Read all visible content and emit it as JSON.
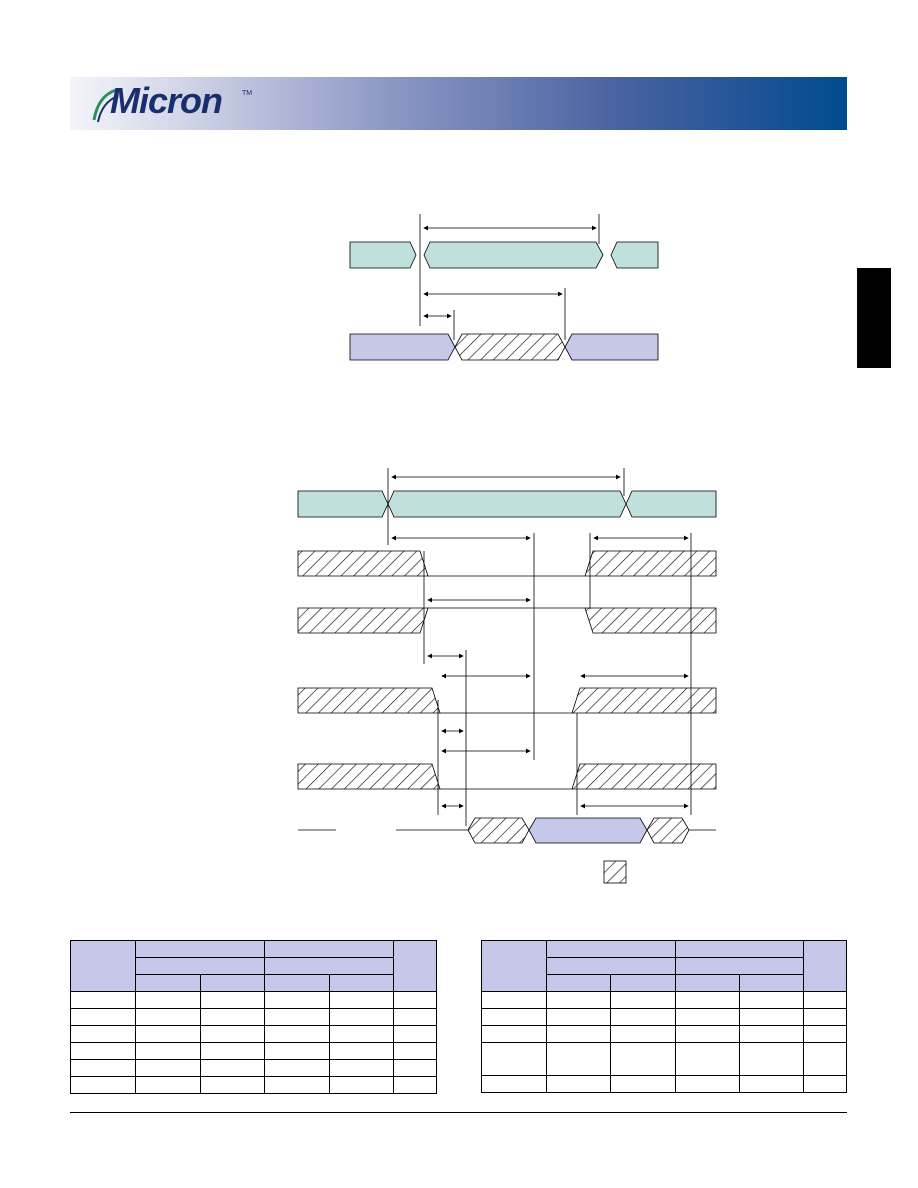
{
  "header": {
    "brand": "Micron",
    "trademark": "TM",
    "logo_icon": "micron-swoosh-logo",
    "colors": {
      "band_start": "#f4f5fa",
      "band_end": "#004a8f",
      "logo": "#1a2e6e"
    }
  },
  "diagrams": {
    "colors": {
      "clock": "#bfe0dc",
      "data": "#c5c8e8",
      "hatch": "#000000"
    },
    "legend_icon": "hatch-dont-care-icon"
  },
  "tables": {
    "left": {
      "rows": 9,
      "cols": 6
    },
    "right": {
      "rows": 8,
      "cols": 6
    }
  }
}
